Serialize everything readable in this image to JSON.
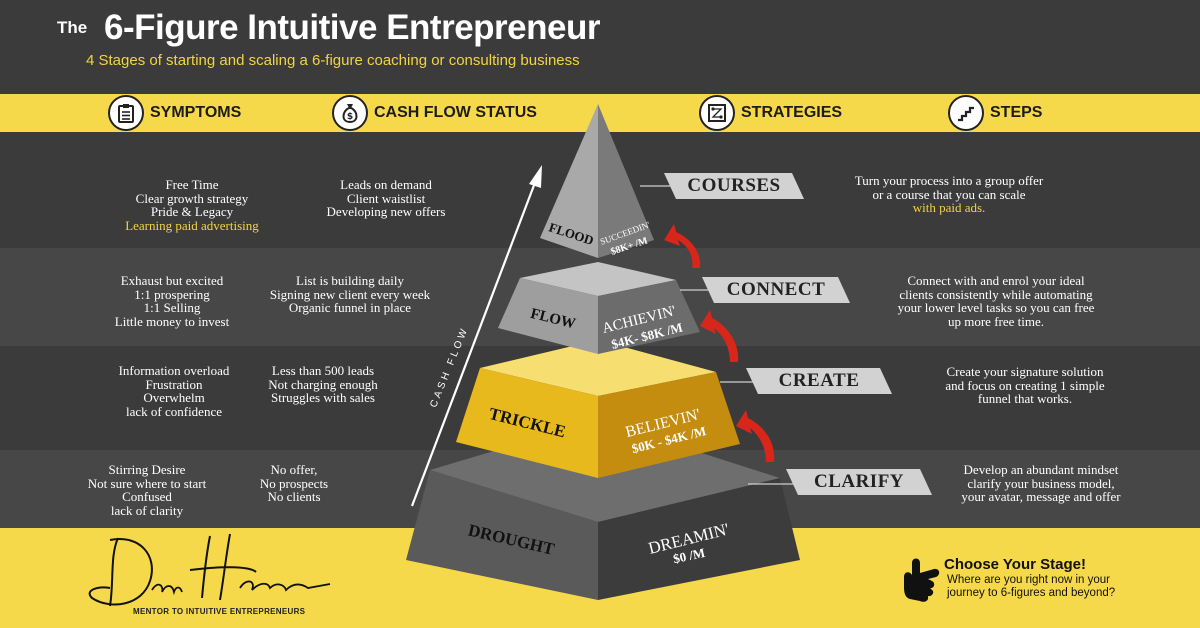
{
  "title": {
    "prefix": "The",
    "main": "6-Figure Intuitive Entrepreneur",
    "subtitle": "4 Stages of starting and scaling a 6-figure coaching or consulting business"
  },
  "headers": [
    {
      "label": "SYMPTOMS",
      "icon": "clipboard-icon"
    },
    {
      "label": "CASH FLOW STATUS",
      "icon": "money-bag-icon"
    },
    {
      "label": "STRATEGIES",
      "icon": "strategy-board-icon"
    },
    {
      "label": "STEPS",
      "icon": "stairs-icon"
    }
  ],
  "colors": {
    "dark": "#3b3b3b",
    "mid": "#484848",
    "yellow": "#f6d94a",
    "accent_text": "#f2d443",
    "arrow_red": "#d8261b"
  },
  "cash_flow_label": "CASH FLOW",
  "stages": [
    {
      "name": "FLOOD",
      "status": "SUCCEEDIN'",
      "revenue": "$8K+ /M",
      "step": "COURSES",
      "symptoms": [
        "Free Time",
        "Clear growth strategy",
        "Pride & Legacy",
        "Learning paid advertising"
      ],
      "cash_flow": [
        "Leads on demand",
        "Client waistlist",
        "Developing new offers"
      ],
      "strategy": [
        "Turn your process into a group offer",
        "or a course that you can scale",
        "with paid ads."
      ]
    },
    {
      "name": "FLOW",
      "status": "ACHIEVIN'",
      "revenue": "$4K- $8K /M",
      "step": "CONNECT",
      "symptoms": [
        "Exhaust but excited",
        "1:1 prospering",
        "1:1 Selling",
        "Little money to invest"
      ],
      "cash_flow": [
        "List is building daily",
        "Signing new client every week",
        "Organic funnel in place"
      ],
      "strategy": [
        "Connect with and enrol your ideal",
        "clients consistently while automating",
        "your lower level tasks so you can free",
        "up more free time."
      ]
    },
    {
      "name": "TRICKLE",
      "status": "BELIEVIN'",
      "revenue": "$0K - $4K /M",
      "step": "CREATE",
      "symptoms": [
        "Information overload",
        "Frustration",
        "Overwhelm",
        "lack of confidence"
      ],
      "cash_flow": [
        "Less than 500 leads",
        "Not charging enough",
        "Struggles with sales"
      ],
      "strategy": [
        "Create your signature solution",
        "and focus on creating 1 simple",
        "funnel that works."
      ]
    },
    {
      "name": "DROUGHT",
      "status": "DREAMIN'",
      "revenue": "$0 /M",
      "step": "CLARIFY",
      "symptoms": [
        "Stirring Desire",
        "Not sure where to start",
        "Confused",
        "lack of clarity"
      ],
      "cash_flow": [
        "No offer,",
        "No prospects",
        "No clients"
      ],
      "strategy": [
        "Develop an abundant mindset",
        "clarify your business model,",
        "your avatar, message and offer"
      ]
    }
  ],
  "cta": {
    "title": "Choose Your Stage!",
    "line1": "Where are you right now in your",
    "line2": "journey to 6-figures and beyond?"
  },
  "signature": {
    "caption": "MENTOR TO INTUITIVE ENTREPRENEURS"
  }
}
